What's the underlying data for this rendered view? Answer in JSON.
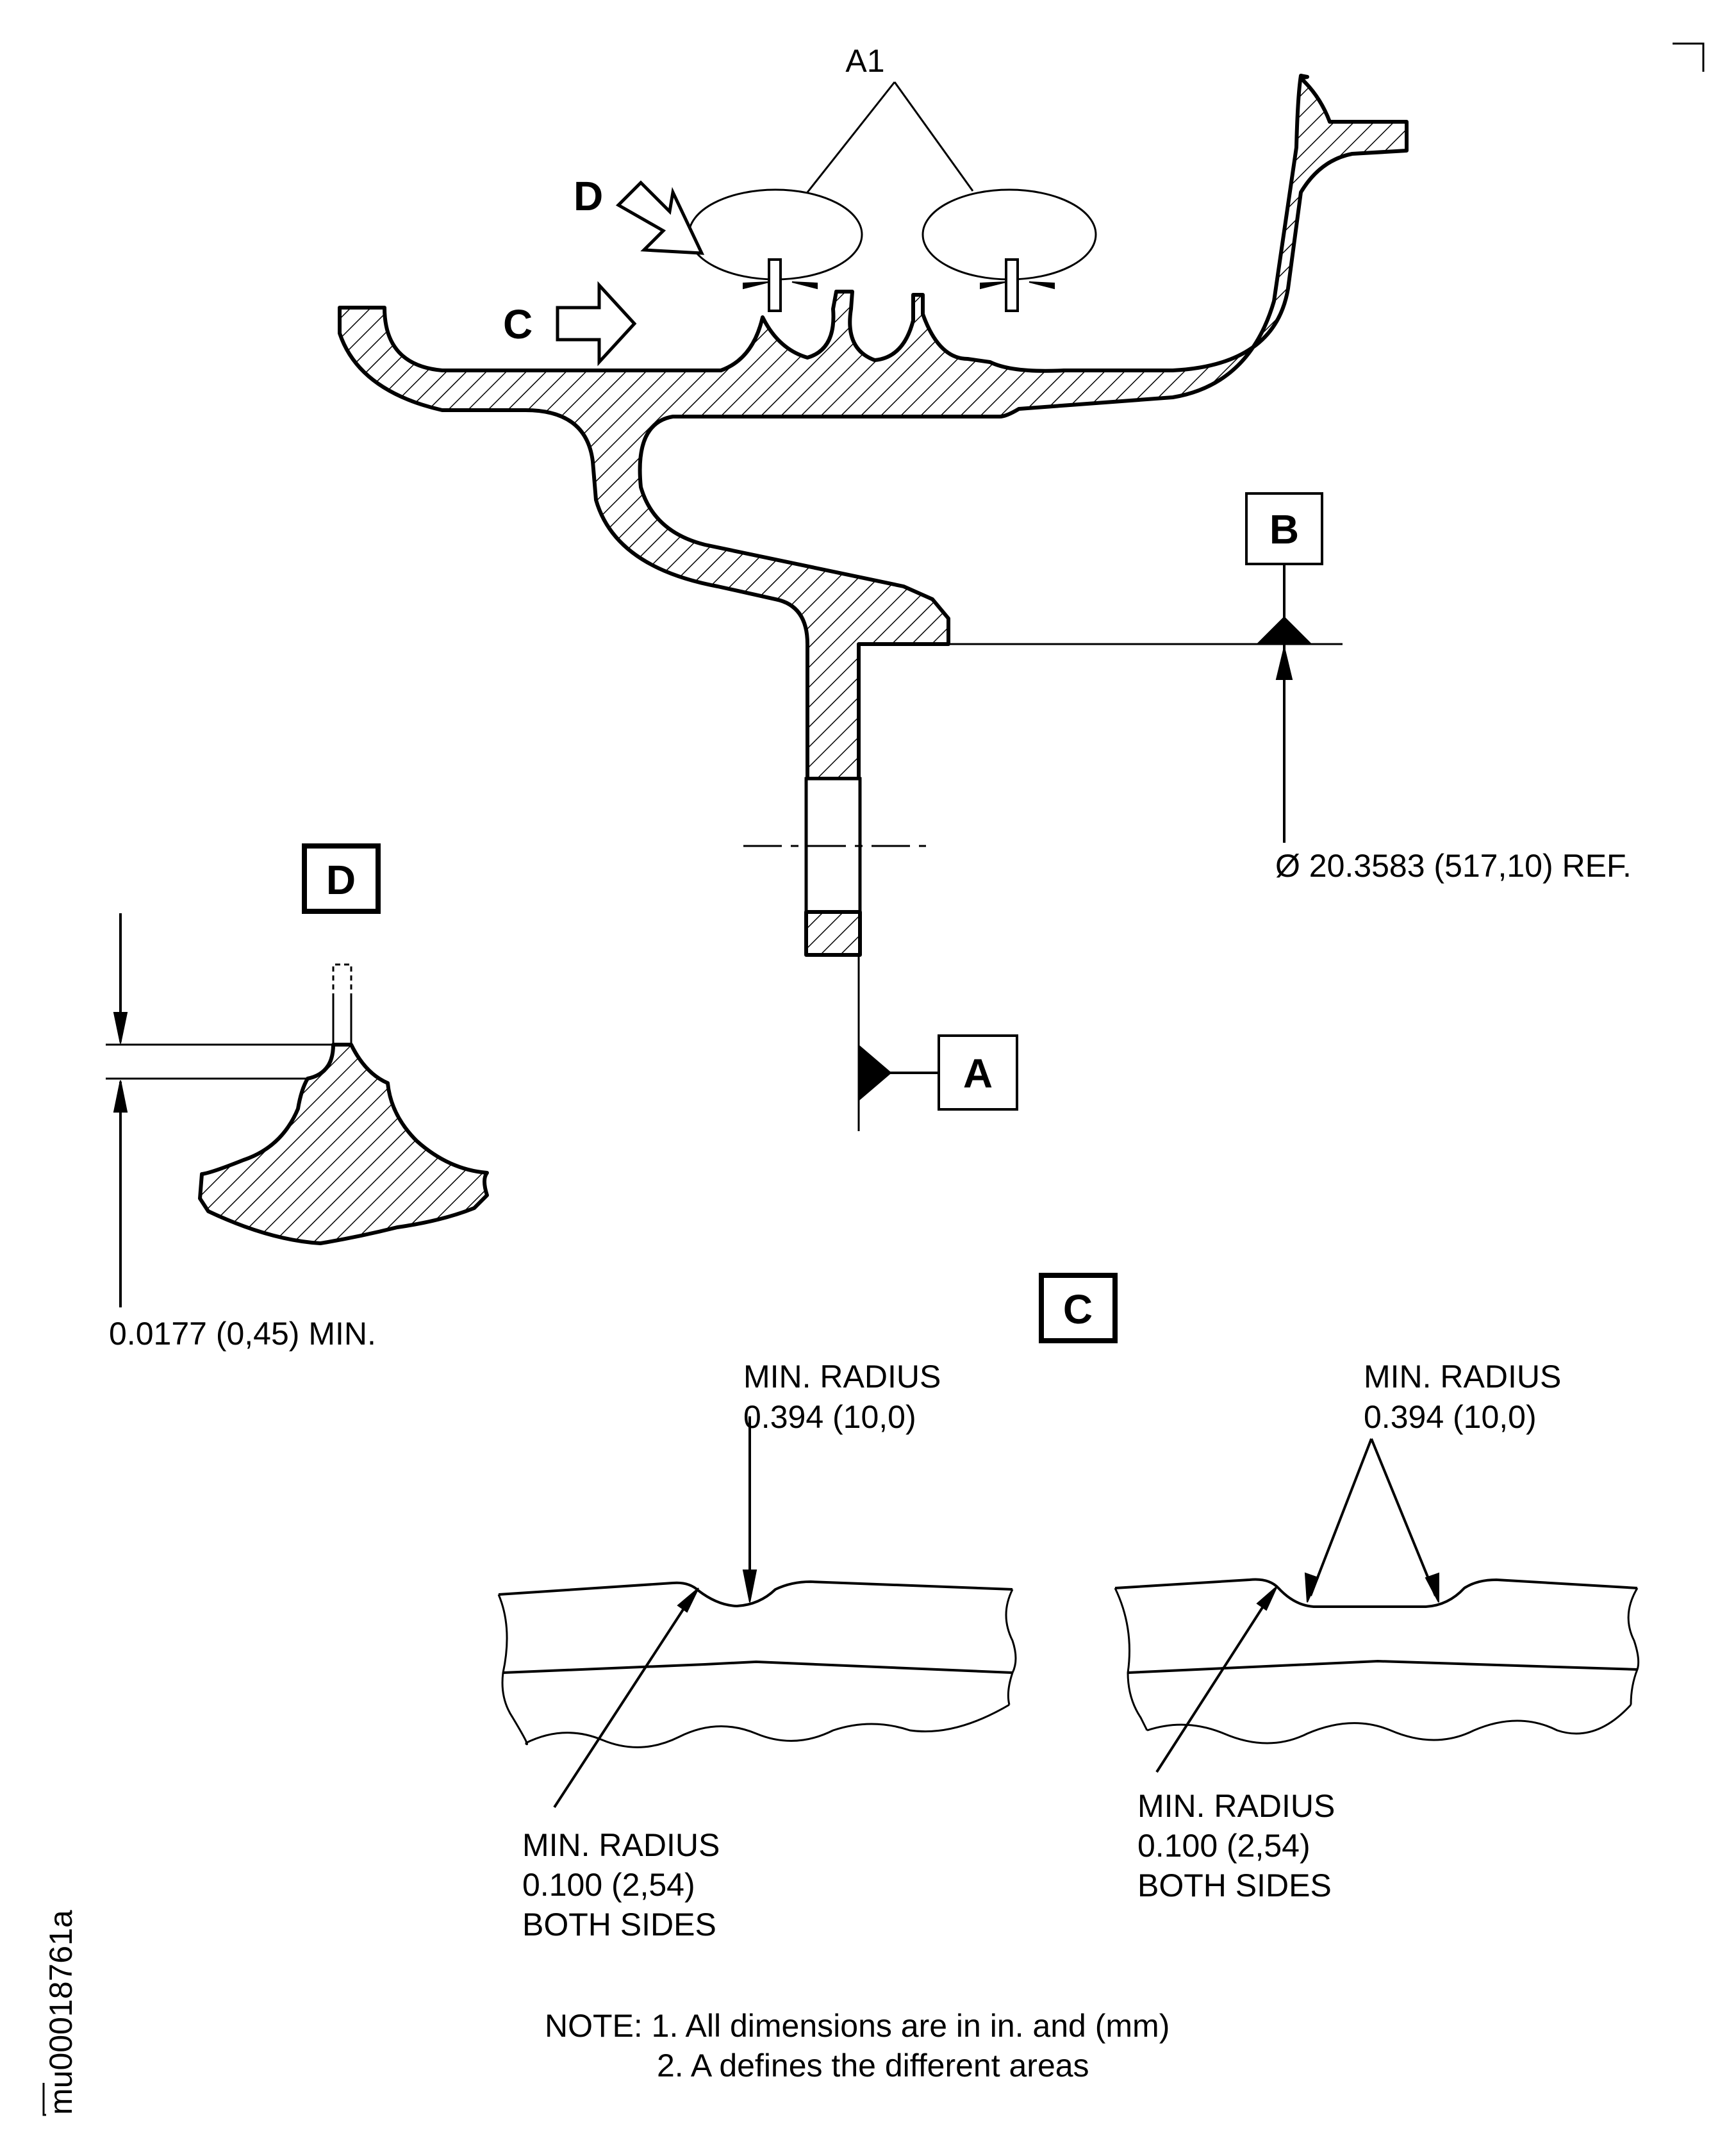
{
  "labels": {
    "a1": "A1",
    "arrow_d": "D",
    "arrow_c": "C",
    "datum_b": "B",
    "datum_a": "A",
    "diameter_ref": "Ø 20.3583 (517,10) REF.",
    "view_d_title": "D",
    "view_d_dimension": "0.0177 (0,45) MIN.",
    "view_c_title": "C"
  },
  "view_c_left": {
    "top_callout": [
      "MIN. RADIUS",
      "0.394 (10,0)"
    ],
    "bottom_callout": [
      "MIN. RADIUS",
      "0.100 (2,54)",
      "BOTH SIDES"
    ]
  },
  "view_c_right": {
    "top_callout": [
      "MIN. RADIUS",
      "0.394 (10,0)"
    ],
    "bottom_callout": [
      "MIN. RADIUS",
      "0.100 (2,54)",
      "BOTH SIDES"
    ]
  },
  "notes": {
    "line1": "NOTE: 1. All dimensions are in in. and (mm)",
    "line2": "2. A defines the different areas"
  },
  "figure_id": "mu00018761a"
}
